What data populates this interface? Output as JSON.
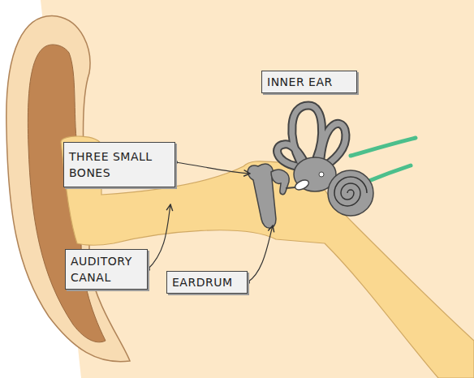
{
  "diagram": {
    "nodes": [
      {
        "text": [
          "INNER EAR"
        ]
      },
      {
        "text": [
          "THREE SMALL BONES"
        ]
      },
      {
        "text": [
          "AUDITORY CANAL"
        ]
      },
      {
        "text": [
          "EARDRUM"
        ]
      }
    ]
  }
}
